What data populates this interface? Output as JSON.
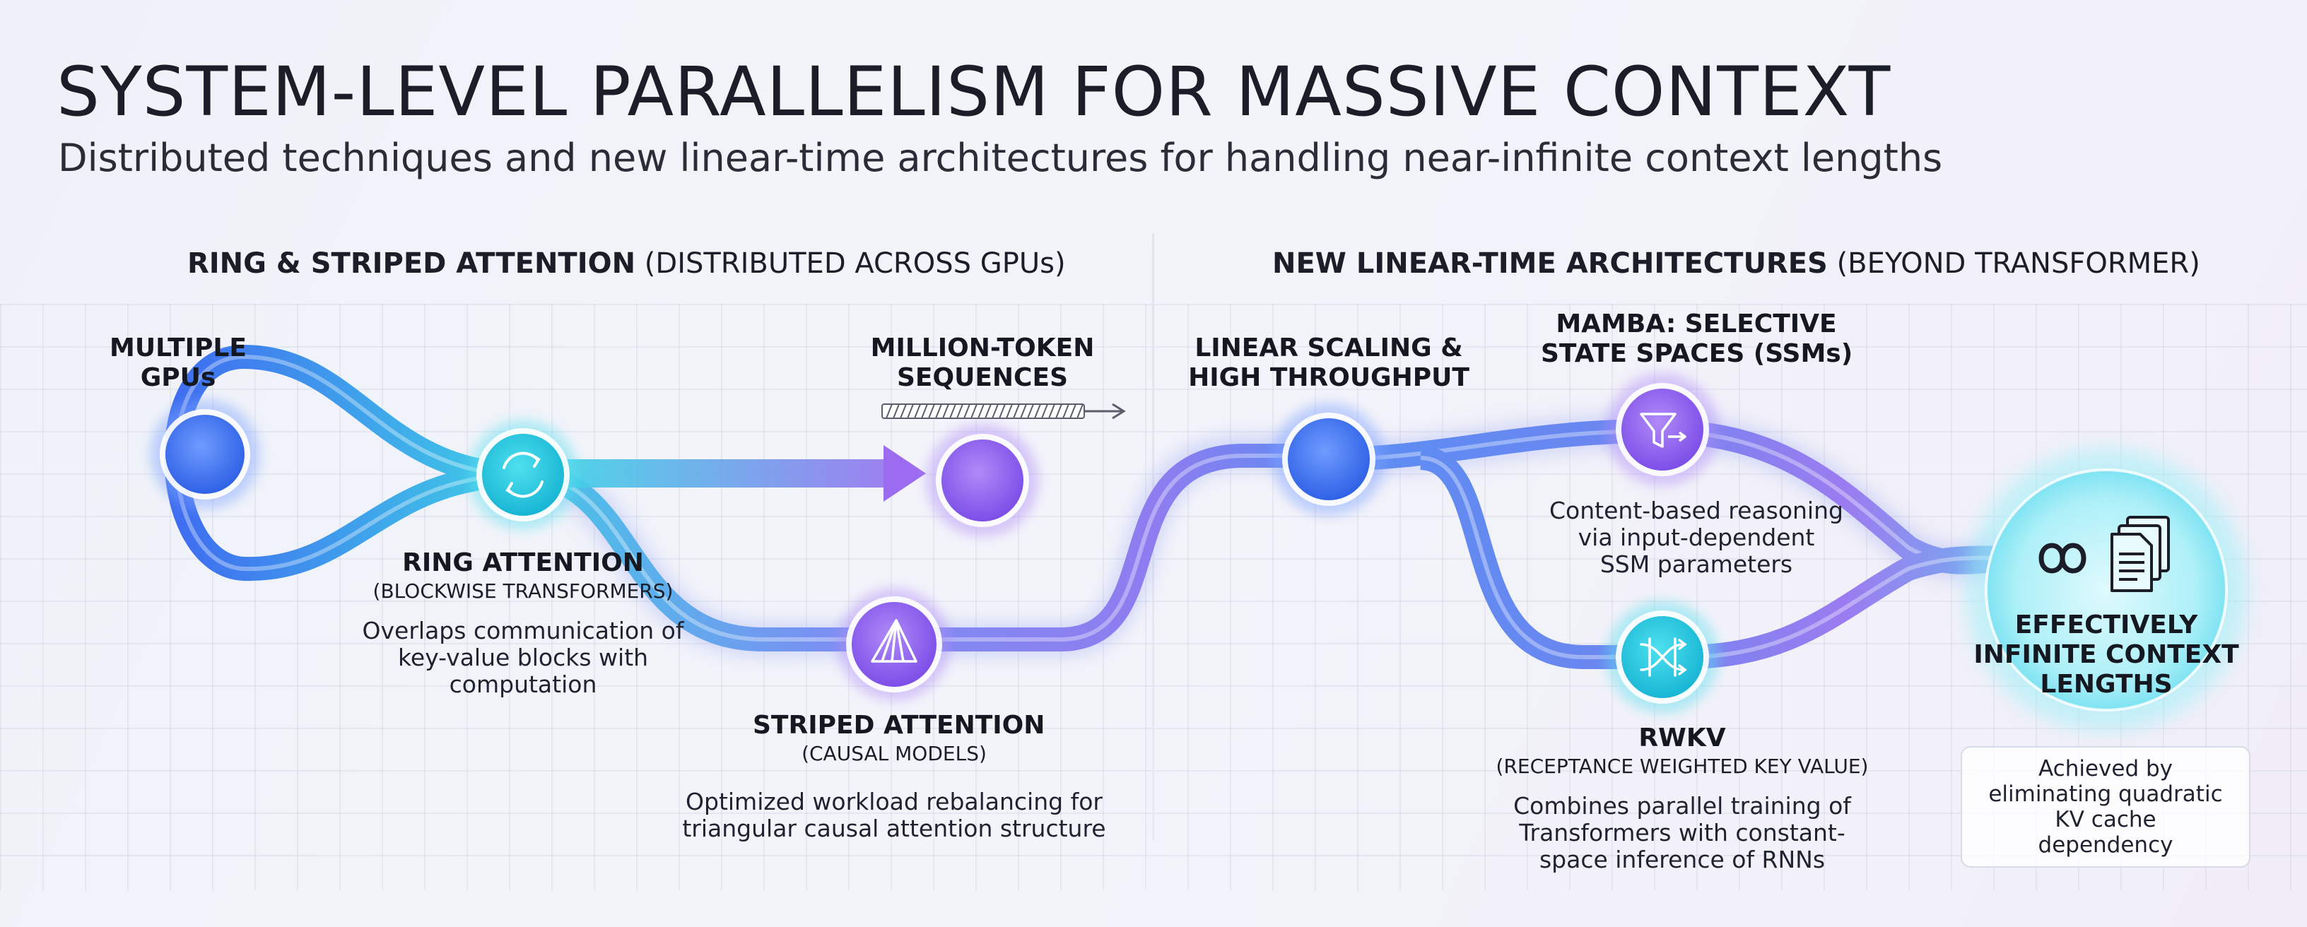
{
  "header": {
    "title": "SYSTEM-LEVEL PARALLELISM FOR MASSIVE CONTEXT",
    "subtitle": "Distributed techniques and new linear-time architectures for handling near-infinite context lengths"
  },
  "sections": {
    "left": {
      "bold": "RING & STRIPED ATTENTION",
      "rest": "(DISTRIBUTED ACROSS GPUs)"
    },
    "right": {
      "bold": "NEW LINEAR-TIME ARCHITECTURES",
      "rest": "(BEYOND TRANSFORMER)"
    }
  },
  "nodes": {
    "gpus": {
      "label_lines": [
        "MULTIPLE",
        "GPUs"
      ]
    },
    "ring": {
      "label": "RING ATTENTION",
      "sub": "(BLOCKWISE TRANSFORMERS)",
      "desc_lines": [
        "Overlaps communication of",
        "key-value blocks with",
        "computation"
      ]
    },
    "million": {
      "label_lines": [
        "MILLION-TOKEN",
        "SEQUENCES"
      ]
    },
    "striped": {
      "label": "STRIPED ATTENTION",
      "sub": "(CAUSAL MODELS)",
      "desc_lines": [
        "Optimized workload rebalancing for",
        "triangular causal attention structure"
      ]
    },
    "linear": {
      "label_lines": [
        "LINEAR SCALING &",
        "HIGH THROUGHPUT"
      ]
    },
    "mamba": {
      "label_lines": [
        "MAMBA: SELECTIVE",
        "STATE SPACES (SSMs)"
      ],
      "desc_lines": [
        "Content-based reasoning",
        "via input-dependent",
        "SSM parameters"
      ]
    },
    "rwkv": {
      "label": "RWKV",
      "sub": "(RECEPTANCE WEIGHTED KEY VALUE)",
      "desc_lines": [
        "Combines parallel training of",
        "Transformers with constant-",
        "space inference of RNNs"
      ]
    },
    "infinite": {
      "label_lines": [
        "EFFECTIVELY",
        "INFINITE CONTEXT",
        "LENGTHS"
      ],
      "note_lines": [
        "Achieved by",
        "eliminating quadratic",
        "KV cache",
        "dependency"
      ]
    }
  },
  "icons": {
    "ring": "cycle-arrows-icon",
    "striped": "triangle-stripes-icon",
    "mamba": "filter-funnel-icon",
    "rwkv": "crossing-arrows-icon",
    "infinite": "infinity-icon",
    "documents": "stacked-documents-icon"
  },
  "colors": {
    "blue": "#4a7cf0",
    "cyan": "#3fd0e6",
    "purple": "#9b6cf0",
    "violet": "#b48ef5"
  }
}
